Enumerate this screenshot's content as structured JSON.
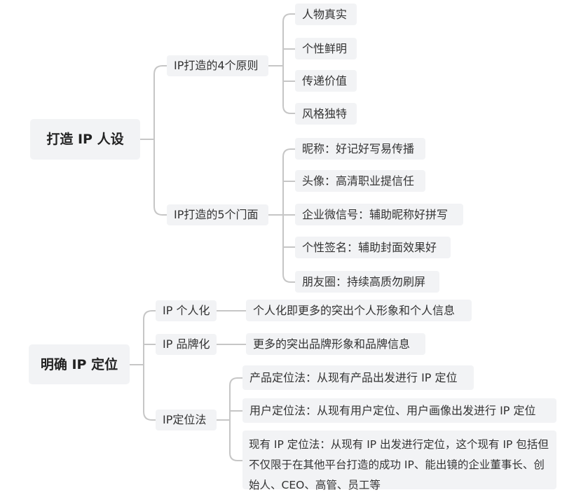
{
  "topics": [
    {
      "title": "打造 IP 人设",
      "branches": [
        {
          "label": "IP打造的4个原则",
          "children": [
            "人物真实",
            "个性鲜明",
            "传递价值",
            "风格独特"
          ]
        },
        {
          "label": "IP打造的5个门面",
          "children": [
            "昵称：好记好写易传播",
            "头像：高清职业提信任",
            "企业微信号：辅助昵称好拼写",
            "个性签名：辅助封面效果好",
            "朋友圈：持续高质勿刷屏"
          ]
        }
      ]
    },
    {
      "title": "明确 IP 定位",
      "branches": [
        {
          "label": "IP 个人化",
          "children": [
            "个人化即更多的突出个人形象和个人信息"
          ]
        },
        {
          "label": "IP 品牌化",
          "children": [
            "更多的突出品牌形象和品牌信息"
          ]
        },
        {
          "label": "IP定位法",
          "children": [
            "产品定位法：从现有产品出发进行 IP 定位",
            "用户定位法：从现有用户定位、用户画像出发进行 IP 定位",
            "现有 IP 定位法：从现有 IP 出发进行定位，这个现有 IP 包括但不仅限于在其他平台打造的成功 IP、能出镜的企业董事长、创始人、CEO、高管、员工等"
          ]
        }
      ]
    }
  ]
}
